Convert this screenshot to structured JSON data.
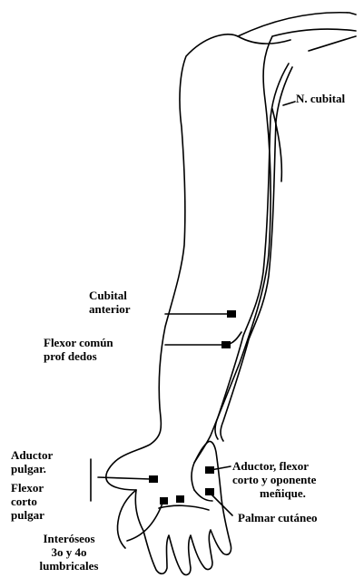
{
  "diagram": {
    "labels": {
      "n_cubital": "N. cubital",
      "cubital_anterior": [
        "Cubital",
        "anterior"
      ],
      "flexor_comun": [
        "Flexor común",
        "prof dedos"
      ],
      "aductor_pulgar": [
        "Aductor",
        "pulgar."
      ],
      "flexor_corto_pulgar": [
        "Flexor",
        "corto",
        "pulgar"
      ],
      "interoseos": [
        "Interóseos",
        "3o y 4o",
        "lumbricales"
      ],
      "aductor_flexor_menique": [
        "Aductor, flexor",
        "corto y oponente",
        "meñique."
      ],
      "palmar_cutaneo": "Palmar cutáneo"
    },
    "colors": {
      "ink": "#000000",
      "background": "#ffffff"
    }
  }
}
